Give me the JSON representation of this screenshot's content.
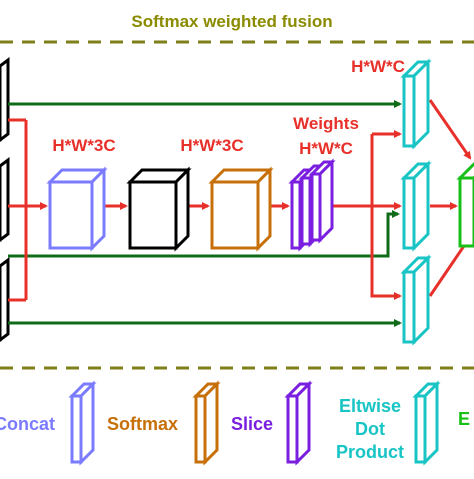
{
  "title": "Softmax weighted fusion",
  "labels": {
    "concat_dim": "H*W*3C",
    "softmax_dim": "H*W*3C",
    "weights_label": "Weights",
    "weights_dim": "H*W*C",
    "output_dim": "H*W*C"
  },
  "legend": {
    "concat": "Concat",
    "softmax": "Softmax",
    "slice": "Slice",
    "eltwise_line1": "Eltwise",
    "eltwise_line2": "Dot",
    "eltwise_line3": "Product",
    "elt_partial": "E"
  },
  "colors": {
    "title": "#8b8b00",
    "dashed_line": "#7f7f1a",
    "red_arrow": "#e8302a",
    "green_arrow": "#0f6b18",
    "concat_blue": "#7b7bff",
    "softmax_orange": "#c7700a",
    "slice_purple": "#7a1fe0",
    "eltwise_cyan": "#18c4c4",
    "eltsum_green": "#16c016",
    "black": "#000000"
  }
}
